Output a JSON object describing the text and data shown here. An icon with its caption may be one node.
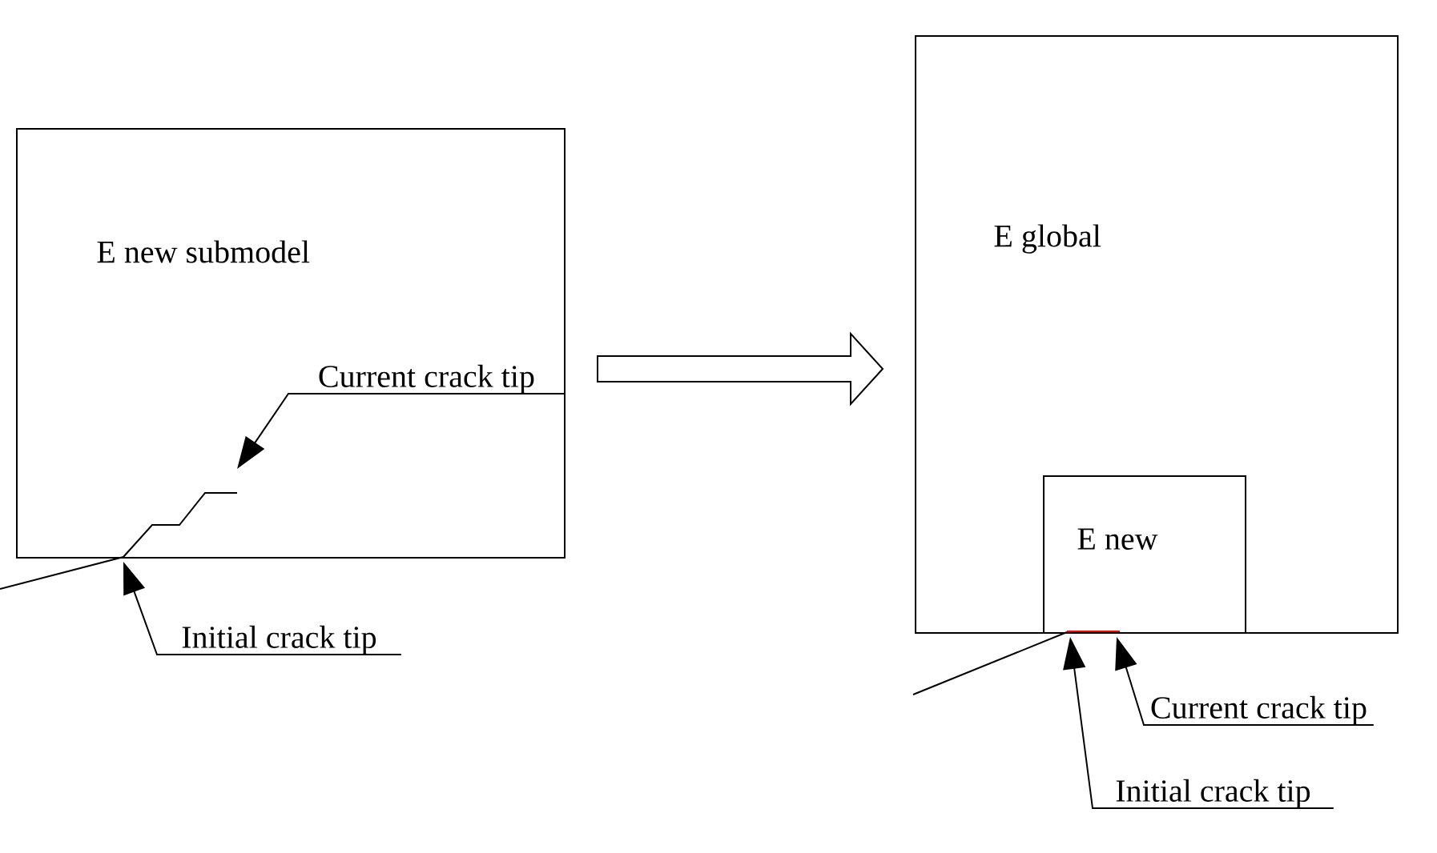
{
  "diagram": {
    "nodes": [
      {
        "text": [
          "E new submodel"
        ]
      },
      {
        "text": [
          "Current crack tip"
        ],
        "in": 0
      },
      {
        "text": [
          "Initial crack tip"
        ]
      },
      {
        "text": [
          "E global"
        ]
      },
      {
        "text": [
          "E new"
        ],
        "in": 3
      },
      {
        "text": [
          "Current crack tip"
        ]
      },
      {
        "text": [
          "Initial crack tip"
        ]
      }
    ],
    "edges": [
      {
        "from": 0,
        "to": 3,
        "arrow": "to"
      },
      {
        "from": 1,
        "to": 0,
        "arrow": "to"
      },
      {
        "from": 2,
        "to": 0,
        "arrow": "to"
      },
      {
        "from": 5,
        "to": 4,
        "arrow": "to"
      },
      {
        "from": 6,
        "to": 4,
        "arrow": "to"
      }
    ]
  }
}
